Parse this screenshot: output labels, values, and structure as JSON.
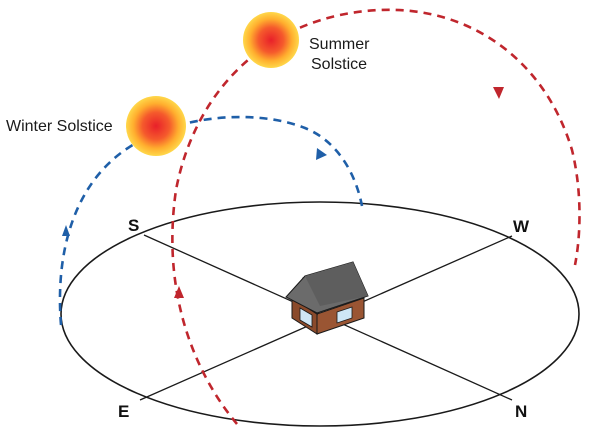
{
  "labels": {
    "summer_line1": "Summer",
    "summer_line2": "Solstice",
    "winter": "Winter Solstice"
  },
  "directions": {
    "south": "S",
    "west": "W",
    "east": "E",
    "north": "N"
  },
  "colors": {
    "summer_path": "#c0262d",
    "winter_path": "#1f5fa8",
    "sun_core": "#ef2f2f",
    "sun_glow": "#ffd23a",
    "house_wall": "#8a4a2b",
    "house_roof": "#6b6b6b",
    "house_window": "#cfe6f5",
    "outline": "#1a1a1a"
  }
}
